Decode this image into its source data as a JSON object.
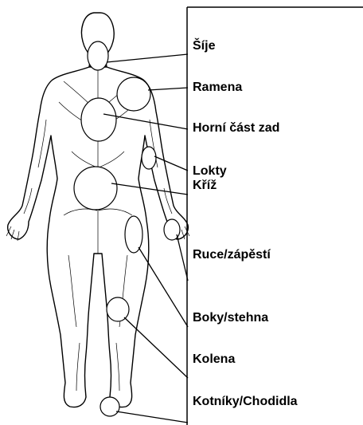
{
  "diagram": {
    "regions": [
      {
        "id": "neck",
        "label": "Šíje"
      },
      {
        "id": "shoulders",
        "label": "Ramena"
      },
      {
        "id": "upper-back",
        "label": "Horní část zad"
      },
      {
        "id": "elbows",
        "label": "Lokty"
      },
      {
        "id": "low-back",
        "label": "Kříž"
      },
      {
        "id": "hands",
        "label": "Ruce/zápěstí"
      },
      {
        "id": "hips",
        "label": "Boky/stehna"
      },
      {
        "id": "knees",
        "label": "Kolena"
      },
      {
        "id": "ankles",
        "label": "Kotníky/Chodidla"
      }
    ]
  }
}
